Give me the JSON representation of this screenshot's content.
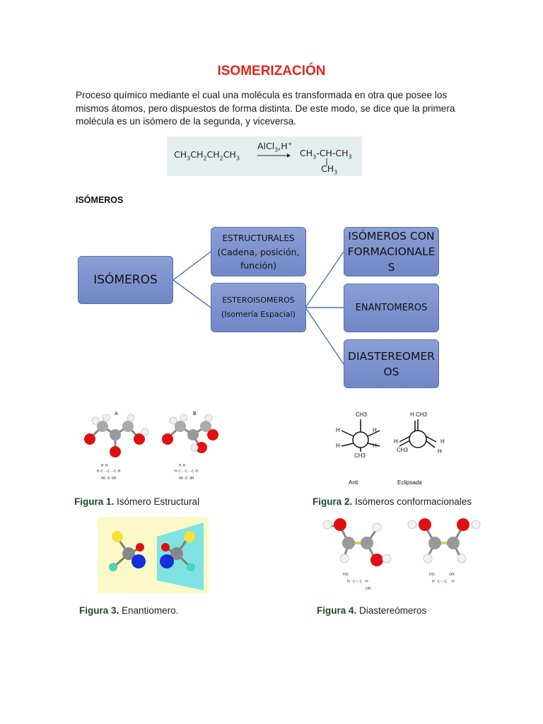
{
  "title": "ISOMERIZACIÓN",
  "intro": "Proceso químico mediante el cual una molécula es transformada en otra que posee los mismos átomos, pero dispuestos de forma distinta. De este modo, se dice que la primera molécula es un isómero de la segunda, y viceversa.",
  "reaction": {
    "reactant": "CH3CH2CH2CH3",
    "catalyst": "AlCl3,H+",
    "product_top": "CH3-CH-CH3",
    "product_branch": "CH3"
  },
  "section_title": "ISÓMEROS",
  "diagram": {
    "root": "ISÓMEROS",
    "structural_title": "ESTRUCTURALES",
    "structural_sub": "(Cadena, posición, función)",
    "stereo_title": "ESTEROISOMEROS",
    "stereo_sub": "(Isomería Espacial)",
    "conformational": "ISÓMEROS CONFORMACIONALES",
    "enantiomers": "ENANTOMEROS",
    "diastereomers": "DIASTEREOMEROS"
  },
  "figures": [
    {
      "label": "Figura 1.",
      "text": "Isómero Estructural",
      "panel_a": "A",
      "panel_b": "B"
    },
    {
      "label": "Figura 2.",
      "text": "Isómeros conformacionales",
      "anti": "Anti",
      "eclipsada": "Eclipsada",
      "ch3": "CH3",
      "h_ch3": "H CH3",
      "h": "H"
    },
    {
      "label": "Figura 3.",
      "text": "Enantiomero."
    },
    {
      "label": "Figura 4.",
      "text": "Diastereómeros",
      "ho": "HO",
      "oh": "OH",
      "h": "H",
      "c": "C"
    }
  ],
  "colors": {
    "title": "#e8241b",
    "box_fill": "#7f94cf",
    "box_border": "#5b6fae",
    "connector": "#4a73b8",
    "caption_label": "#1d4a24",
    "reaction_bg": "#e4eeee"
  }
}
